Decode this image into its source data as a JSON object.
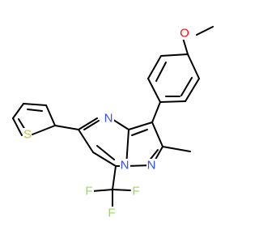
{
  "structure": {
    "colors": {
      "background": "#ffffff",
      "bond": "#000000",
      "nitrogen": "#3050F8",
      "oxygen": "#FF0D0D",
      "sulfur": "#C6C62C",
      "fluorine": "#90E050"
    },
    "atom_labels": {
      "oxygen": "O",
      "sulfur": "S",
      "nitrogen_ring": "N",
      "nitrogen_bridge": "N",
      "nitrogen_pyrazole": "N",
      "fluorine_left": "F",
      "fluorine_right": "F",
      "fluorine_bottom": "F"
    }
  }
}
